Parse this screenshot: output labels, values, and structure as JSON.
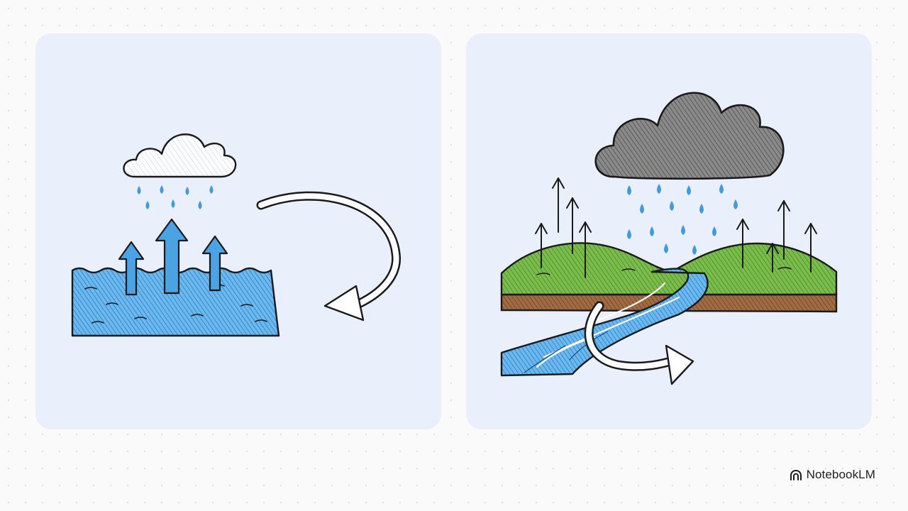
{
  "brand": {
    "name": "NotebookLM",
    "icon": "notebooklm-logo-icon"
  },
  "colors": {
    "panel_bg": "#e9f0fb",
    "water": "#4aa3e3",
    "ink": "#1a1a1a",
    "grass": "#63a83a",
    "soil": "#8c5a36",
    "storm_cloud": "#7a7a7a",
    "raindrop": "#3d9ce0"
  },
  "panels": [
    {
      "scene": "evaporation-precipitation",
      "icons": [
        "cloud-icon",
        "raindrop-icon",
        "up-arrow-icon",
        "water-body-icon",
        "curved-arrow-icon"
      ]
    },
    {
      "scene": "runoff-transpiration",
      "icons": [
        "storm-cloud-icon",
        "raindrop-icon",
        "hills-icon",
        "river-icon",
        "up-arrow-icon",
        "curved-arrow-icon"
      ]
    }
  ]
}
